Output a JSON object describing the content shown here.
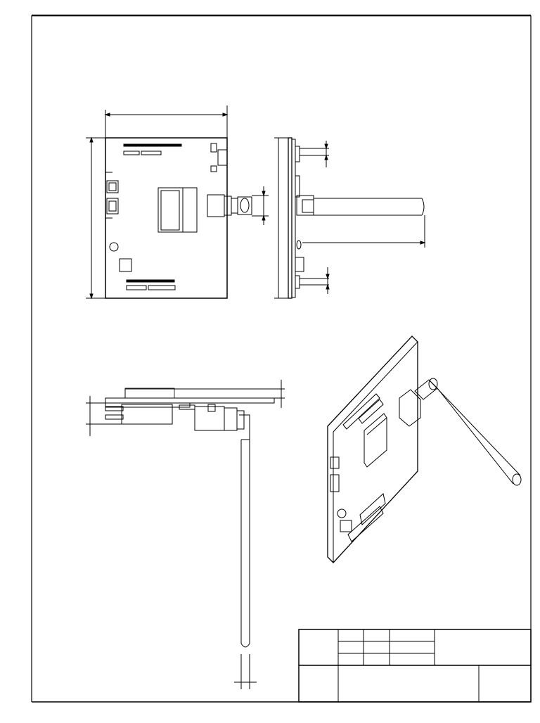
{
  "drawing": {
    "views": [
      "top-view",
      "side-view",
      "front-view",
      "isometric-view"
    ],
    "title_block": {
      "cells": [
        "",
        "",
        "",
        "",
        "",
        "",
        "",
        "",
        "",
        ""
      ]
    }
  },
  "colors": {
    "line": "#000000",
    "paper": "#ffffff"
  }
}
